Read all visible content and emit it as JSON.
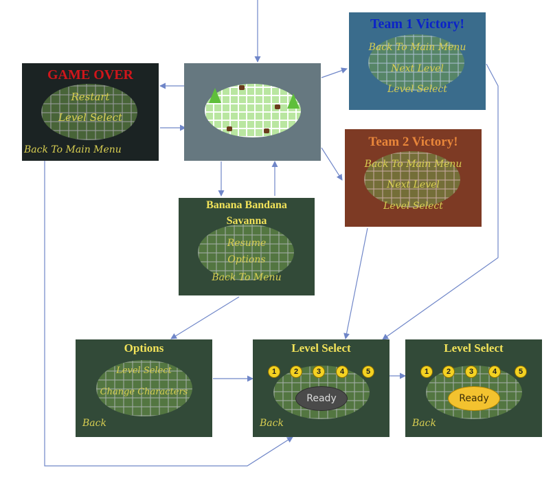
{
  "colors": {
    "arrow": "#6f86c8",
    "game_over_bg": "#1b2323",
    "gameplay_bg": "#667880",
    "team1_bg": "#3a6c8c",
    "team2_bg": "#7d3a24",
    "pause_bg": "#324a38",
    "options_bg": "#324a38",
    "level_select_bg": "#324a38",
    "title_yellow": "#f2e35a",
    "game_over_red": "#d0161b",
    "team1_blue": "#0b23c8",
    "team2_orange": "#e8863a",
    "menu_text": "#d9cf52",
    "coin": "#f4d222",
    "ready_idle": "#4a4a4a",
    "ready_active": "#f3c22f"
  },
  "screens": {
    "game_over": {
      "title": "GAME OVER",
      "items": [
        "Restart",
        "Level Select"
      ],
      "back": "Back To Main Menu"
    },
    "gameplay": {
      "icon": "gameplay-arena-icon"
    },
    "team1_victory": {
      "title": "Team 1 Victory!",
      "items": [
        "Back To Main Menu",
        "Next Level",
        "Level Select"
      ]
    },
    "team2_victory": {
      "title": "Team 2 Victory!",
      "items": [
        "Back To Main Menu",
        "Next Level",
        "Level Select"
      ]
    },
    "pause": {
      "title_line1": "Banana Bandana",
      "title_line2": "Savanna",
      "items": [
        "Resume",
        "Options",
        "Back To Menu"
      ]
    },
    "options": {
      "title": "Options",
      "items": [
        "Level Select",
        "Change Characters"
      ],
      "back": "Back"
    },
    "level_select": {
      "title": "Level Select",
      "levels": [
        "1",
        "2",
        "3",
        "4",
        "5"
      ],
      "ready": "Ready",
      "back": "Back"
    },
    "level_select_ready": {
      "title": "Level Select",
      "levels": [
        "1",
        "2",
        "3",
        "4",
        "5"
      ],
      "ready": "Ready",
      "back": "Back"
    }
  }
}
